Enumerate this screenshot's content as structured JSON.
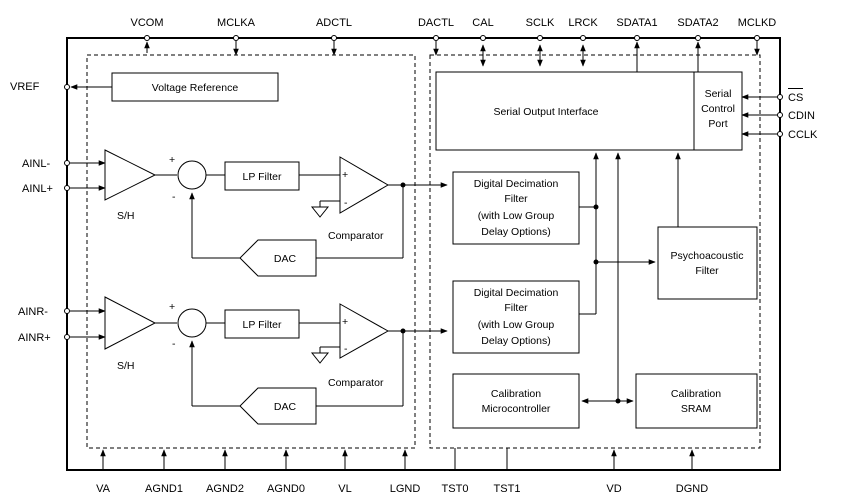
{
  "pins": {
    "top": [
      "VCOM",
      "MCLKA",
      "ADCTL",
      "DACTL",
      "CAL",
      "SCLK",
      "LRCK",
      "SDATA1",
      "SDATA2",
      "MCLKD"
    ],
    "left": [
      "VREF",
      "AINL-",
      "AINL+",
      "AINR-",
      "AINR+"
    ],
    "right_cs": "CS",
    "right": [
      "CDIN",
      "CCLK"
    ],
    "bottom": [
      "VA",
      "AGND1",
      "AGND2",
      "AGND0",
      "VL",
      "LGND",
      "TST0",
      "TST1",
      "VD",
      "DGND"
    ]
  },
  "blocks": {
    "voltage_reference": "Voltage Reference",
    "lp_filter": "LP Filter",
    "dac": "DAC",
    "comparator": "Comparator",
    "sh": "S/H",
    "plus": "+",
    "minus": "-",
    "serial_output": "Serial Output Interface",
    "serial_control": [
      "Serial",
      "Control",
      "Port"
    ],
    "decimation": [
      "Digital Decimation",
      "Filter",
      "(with Low Group",
      "Delay Options)"
    ],
    "psycho": [
      "Psychoacoustic",
      "Filter"
    ],
    "cal_micro": [
      "Calibration",
      "Microcontroller"
    ],
    "cal_sram": [
      "Calibration",
      "SRAM"
    ]
  }
}
